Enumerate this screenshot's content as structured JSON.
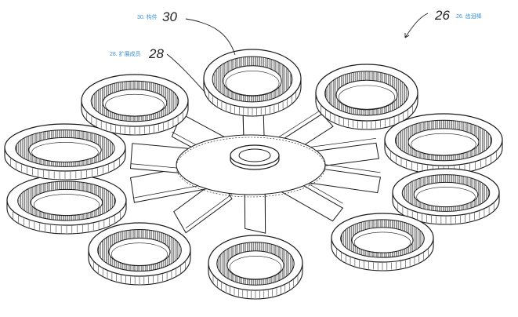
{
  "figure": {
    "labels": [
      {
        "id": "30",
        "caption": "30. 构件",
        "number": "30"
      },
      {
        "id": "28",
        "caption": "28. 扩展成员",
        "number": "28"
      },
      {
        "id": "26",
        "caption": "26. 齿泪棒",
        "number": "26"
      }
    ]
  },
  "colors": {
    "ink": "#1a1a1a",
    "caption": "#3a8fd8",
    "background": "#ffffff"
  }
}
